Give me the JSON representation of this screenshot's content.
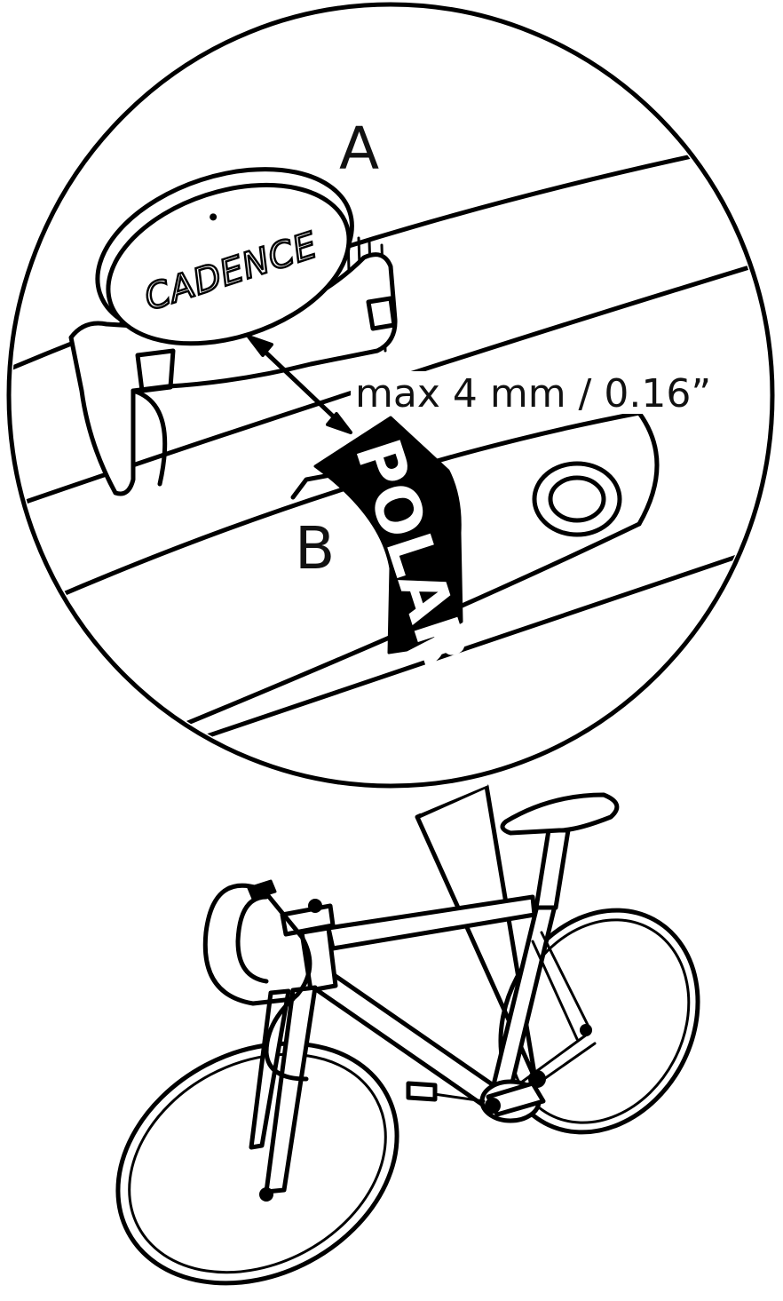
{
  "labels": {
    "sensor": "A",
    "magnet": "B",
    "distance": "max 4 mm / 0.16”"
  },
  "sensor_text": "CADENCE",
  "magnet_text": "POLAR",
  "colors": {
    "line": "#000000",
    "background": "#ffffff"
  }
}
